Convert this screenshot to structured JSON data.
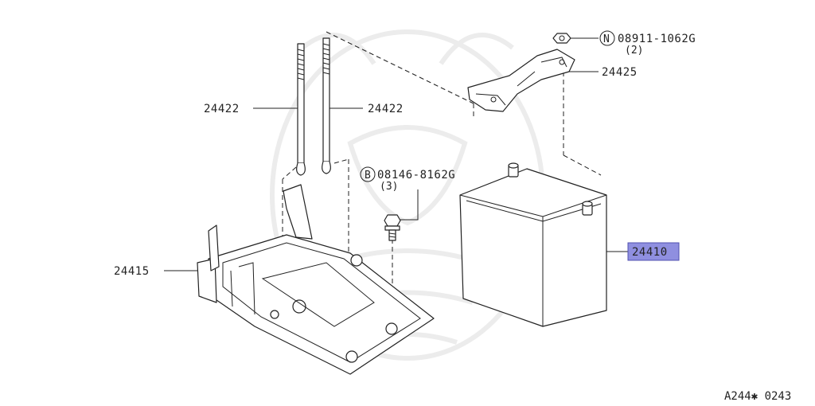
{
  "colors": {
    "line": "#222222",
    "highlight": "#8f8fe0",
    "watermark": "#ececec"
  },
  "parts": {
    "rod_left": {
      "number": "24422"
    },
    "rod_right": {
      "number": "24422"
    },
    "nut": {
      "symbol": "N",
      "number": "08911-1062G",
      "qty": "(2)"
    },
    "frame": {
      "number": "24425"
    },
    "bolt": {
      "symbol": "B",
      "number": "08146-8162G",
      "qty": "(3)"
    },
    "battery": {
      "number": "24410"
    },
    "tray": {
      "number": "24415"
    }
  },
  "diagram_ref": "A244✱ 0243"
}
